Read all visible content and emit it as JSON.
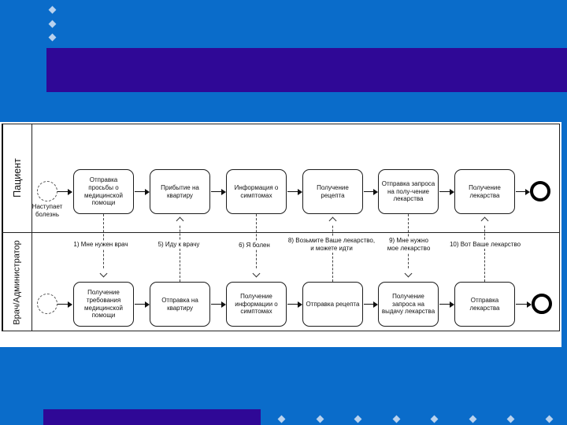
{
  "slide": {
    "background_color": "#0a6cca",
    "accent_bar_color": "#2f0896",
    "bullet_color": "#b9d2ee"
  },
  "diagram": {
    "pool": {
      "lanes": [
        {
          "label": "Пациент",
          "start_event_label": "Наступает\nболезнь",
          "tasks": [
            {
              "label": "Отправка\nпросьбы о\nмедицинской\nпомощи"
            },
            {
              "label": "Прибытие на\nквартиру"
            },
            {
              "label": "Информация о\nсимптомах"
            },
            {
              "label": "Получение\nрецепта"
            },
            {
              "label": "Отправка запроса\nна полу-чение\nлекарства"
            },
            {
              "label": "Получение\nлекарства"
            }
          ]
        },
        {
          "label": "Врач/Администратор",
          "tasks": [
            {
              "label": "Получение\nтребования\nмедицинской\nпомощи"
            },
            {
              "label": "Отправка на\nквартиру"
            },
            {
              "label": "Получение\nинформации о\nсимптомах"
            },
            {
              "label": "Отправка рецепта"
            },
            {
              "label": "Получение\nзапроса на\nвыдачу лекарства"
            },
            {
              "label": "Отправка\nлекарства"
            }
          ]
        }
      ]
    },
    "messages": [
      {
        "label": "1) Мне нужен врач",
        "direction": "down"
      },
      {
        "label": "5) Иду к врачу",
        "direction": "up"
      },
      {
        "label": "6) Я болен",
        "direction": "down"
      },
      {
        "label": "8) Возьмите Ваше лекарство,\nи можете идти",
        "direction": "up"
      },
      {
        "label": "9) Мне нужно\nмое лекарство",
        "direction": "down"
      },
      {
        "label": "10) Вот Ваше лекарство",
        "direction": "up"
      }
    ]
  }
}
